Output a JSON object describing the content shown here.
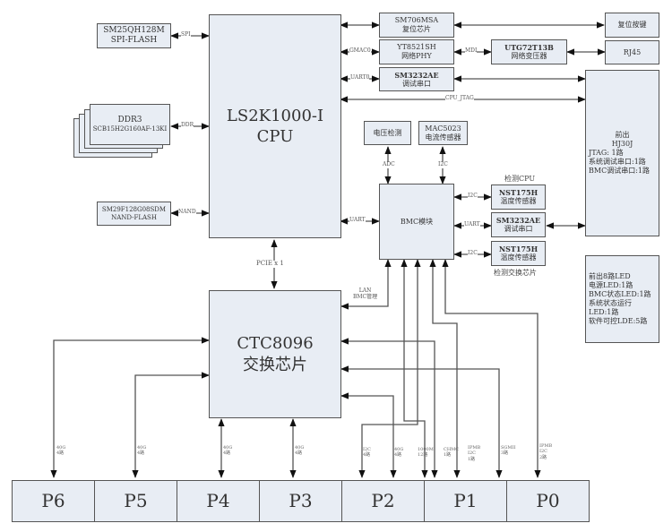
{
  "cpu": {
    "line1": "LS2K1000-I",
    "line2": "CPU"
  },
  "switch_chip": {
    "line1": "CTC8096",
    "line2": "交换芯片"
  },
  "spi_flash": {
    "line1": "SM25QH128M",
    "line2": "SPI-FLASH"
  },
  "ddr": {
    "line1": "DDR3",
    "line2": "SCB15H2G160AF-13KI"
  },
  "nand_flash": {
    "line1": "SM29F128G08SDM",
    "line2": "NAND-FLASH"
  },
  "reset_chip": {
    "line1": "SM706MSA",
    "line2": "复位芯片"
  },
  "phy": {
    "line1": "YT8521SH",
    "line2": "网络PHY"
  },
  "debug_uart_cpu": {
    "line1": "SM3232AE",
    "line2": "调试串口"
  },
  "transformer": {
    "line1": "UTG72T13B",
    "line2": "网络变压器"
  },
  "reset_button": {
    "label": "复位按键"
  },
  "rj45": {
    "label": "RJ45"
  },
  "front_panel": {
    "lines": [
      "前出",
      "HJ30J",
      "JTAG: 1路",
      "系统调试串口:1路",
      "BMC调试串口:1路"
    ]
  },
  "voltage_detect": {
    "label": "电压检测"
  },
  "current_sensor": {
    "line1": "MAC5023",
    "line2": "电流传感器"
  },
  "bmc": {
    "label": "BMC模块"
  },
  "temp_sensor_cpu": {
    "line1": "NST175H",
    "line2": "温度传感器",
    "caption": "检测CPU"
  },
  "debug_uart_bmc": {
    "line1": "SM3232AE",
    "line2": "调试串口"
  },
  "temp_sensor_switch": {
    "line1": "NST175H",
    "line2": "温度传感器",
    "caption": "检测交换芯片"
  },
  "led_panel": {
    "lines": [
      "前出8路LED",
      "电源LED:1路",
      "BMC状态LED:1路",
      "系统状态运行",
      "LED:1路",
      "软件可控LDE:5路"
    ]
  },
  "ports": [
    "P6",
    "P5",
    "P4",
    "P3",
    "P2",
    "P1",
    "P0"
  ],
  "bus_labels": {
    "spi": "SPI",
    "ddr": "DDR",
    "nand": "NAND",
    "gmac0": "GMAC0",
    "uart0": "UART0",
    "cpu_jtag": "CPU_JTAG",
    "mdi": "MDI",
    "cpu_bmc_uart": "UART",
    "adc": "ADC",
    "i2c_current": "I2C",
    "i2c_temp_cpu": "I2C",
    "uart_bmc": "UART",
    "i2c_temp_switch": "I2C",
    "pcie": "PCIE x 1",
    "lan_line1": "LAN",
    "lan_line2": "BMC管理"
  },
  "port_links": [
    {
      "line1": "40G",
      "line2": "4路"
    },
    {
      "line1": "40G",
      "line2": "4路"
    },
    {
      "line1": "40G",
      "line2": "4路"
    },
    {
      "line1": "40G",
      "line2": "4路"
    },
    {
      "line1": "I2C",
      "line2": "4路"
    },
    {
      "line1": "40G",
      "line2": "4路"
    },
    {
      "line1": "1000M",
      "line2": "12路"
    },
    {
      "line1": "CHMC",
      "line2": "1路"
    },
    {
      "line1": "IPMB",
      "line2": "I2C",
      "line3": "1路"
    },
    {
      "line1": "SGMII",
      "line2": "3路"
    },
    {
      "line1": "IPMB",
      "line2": "I2C",
      "line3": "2路"
    }
  ]
}
